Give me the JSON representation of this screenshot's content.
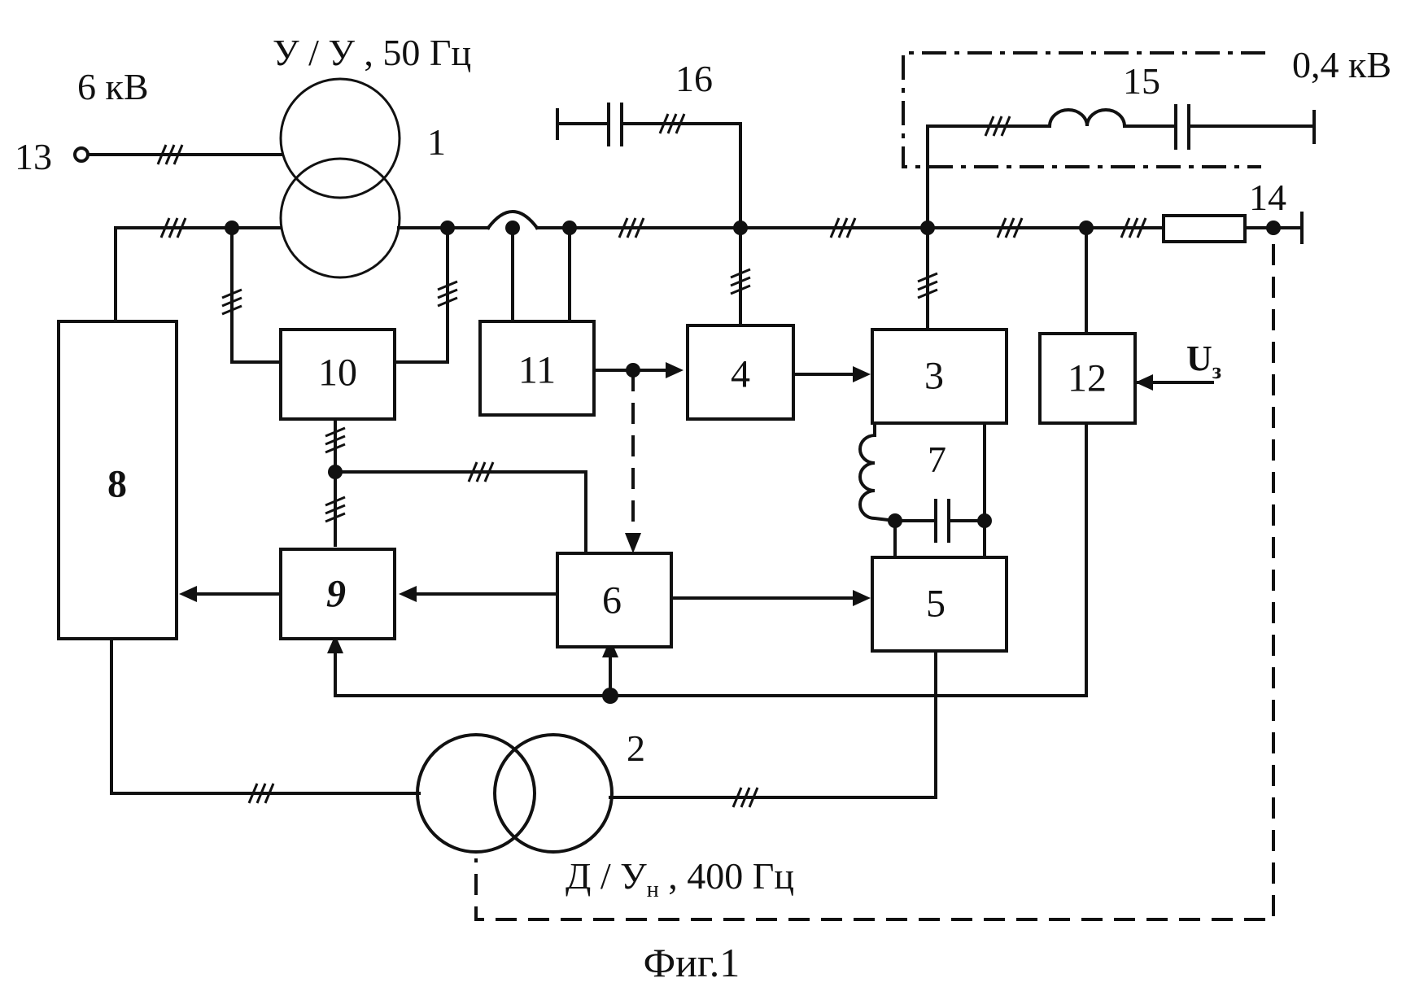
{
  "labels": {
    "input_voltage": "6 кВ",
    "input_terminal": "13",
    "transformer1_spec": "У / У , 50 Гц",
    "transformer1_num": "1",
    "filter_num": "16",
    "lc_filter_num": "15",
    "output_voltage": "0,4 кВ",
    "load_num": "14",
    "ref_voltage": "U",
    "ref_voltage_sub": "з",
    "transformer2_num": "2",
    "transformer2_spec_a": "Д / У",
    "transformer2_spec_sub": "н",
    "transformer2_spec_b": " , 400 Гц",
    "resonant_num": "7",
    "caption": "Фиг.1"
  },
  "blocks": {
    "b3": "3",
    "b4": "4",
    "b5": "5",
    "b6": "6",
    "b8": "8",
    "b9": "9",
    "b10": "10",
    "b11": "11",
    "b12": "12"
  }
}
